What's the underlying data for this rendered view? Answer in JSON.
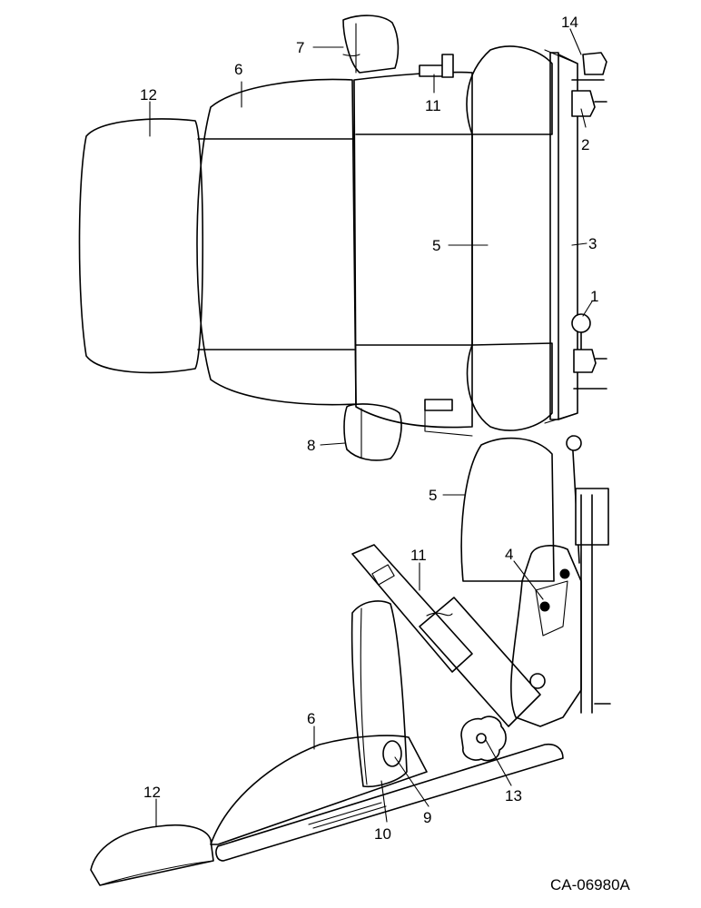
{
  "labels": {
    "l14a": "14",
    "l7": "7",
    "l6a": "6",
    "l12a": "12",
    "l11a": "11",
    "l2": "2",
    "l5a": "5",
    "l3": "3",
    "l1": "1",
    "l8": "8",
    "l5b": "5",
    "l4": "4",
    "l11b": "11",
    "l6b": "6",
    "l12b": "12",
    "l9": "9",
    "l13": "13",
    "l10": "10"
  },
  "drawing_code": "CA-06980A"
}
